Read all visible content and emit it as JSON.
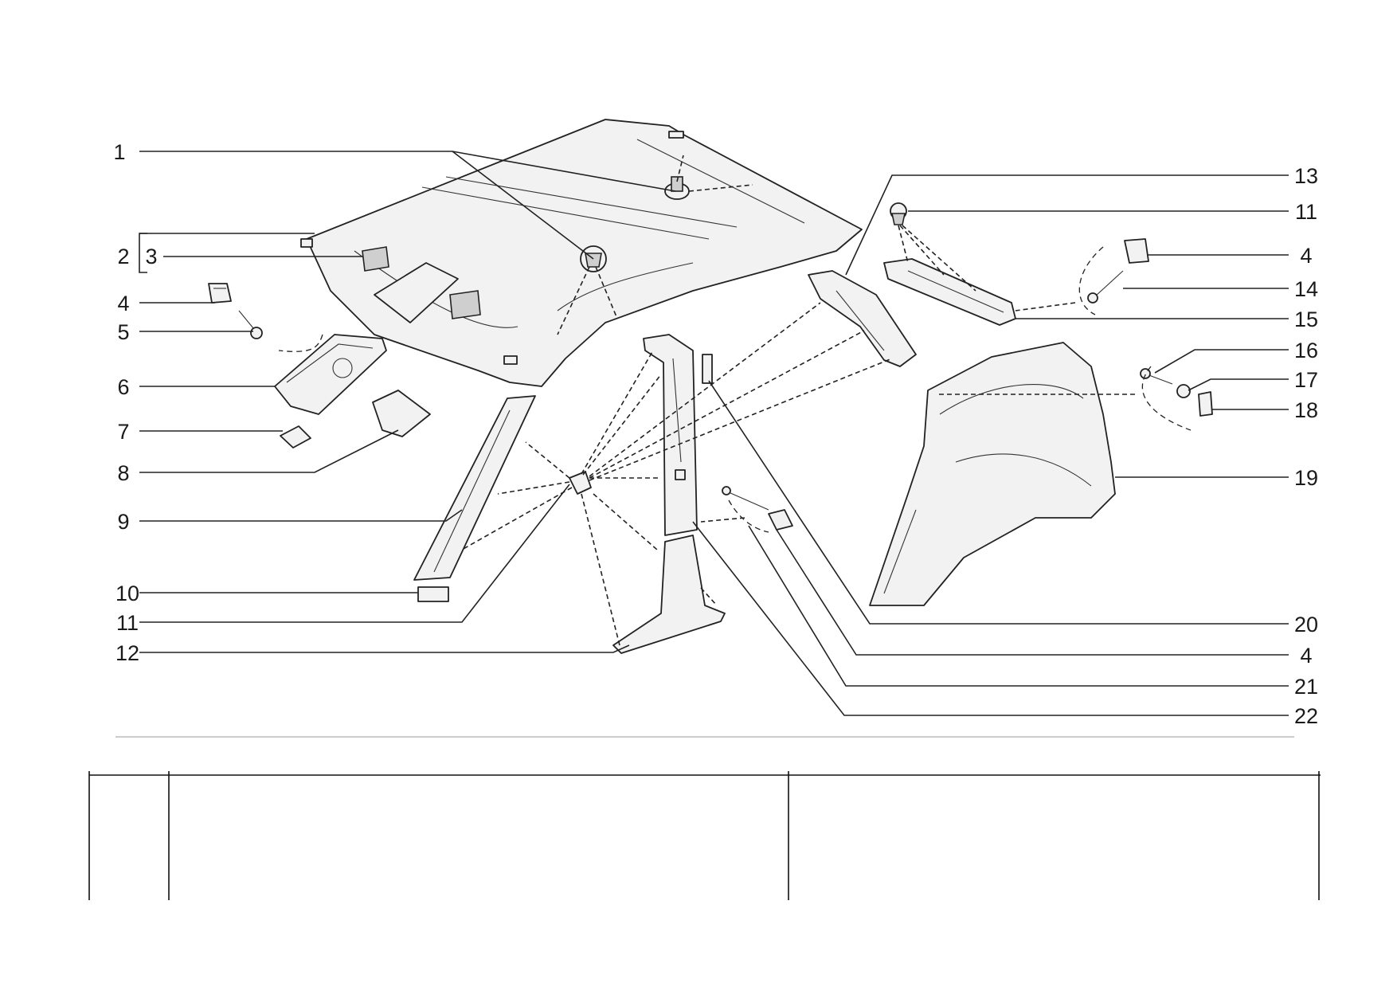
{
  "callouts_left": [
    {
      "id": "c1",
      "label": "1"
    },
    {
      "id": "c2",
      "label": "2"
    },
    {
      "id": "c3",
      "label": "3"
    },
    {
      "id": "c4l",
      "label": "4"
    },
    {
      "id": "c5",
      "label": "5"
    },
    {
      "id": "c6",
      "label": "6"
    },
    {
      "id": "c7",
      "label": "7"
    },
    {
      "id": "c8",
      "label": "8"
    },
    {
      "id": "c9",
      "label": "9"
    },
    {
      "id": "c10",
      "label": "10"
    },
    {
      "id": "c11l",
      "label": "11"
    },
    {
      "id": "c12",
      "label": "12"
    }
  ],
  "callouts_right": [
    {
      "id": "c13",
      "label": "13"
    },
    {
      "id": "c11r",
      "label": "11"
    },
    {
      "id": "c4r1",
      "label": "4"
    },
    {
      "id": "c14",
      "label": "14"
    },
    {
      "id": "c15",
      "label": "15"
    },
    {
      "id": "c16",
      "label": "16"
    },
    {
      "id": "c17",
      "label": "17"
    },
    {
      "id": "c18",
      "label": "18"
    },
    {
      "id": "c19",
      "label": "19"
    },
    {
      "id": "c20",
      "label": "20"
    },
    {
      "id": "c4r2",
      "label": "4"
    },
    {
      "id": "c21",
      "label": "21"
    },
    {
      "id": "c22",
      "label": "22"
    }
  ],
  "colors": {
    "line": "#222222",
    "fill": "#f2f2f2",
    "shade": "#cfcfcf",
    "rule": "#bbbbbb"
  }
}
